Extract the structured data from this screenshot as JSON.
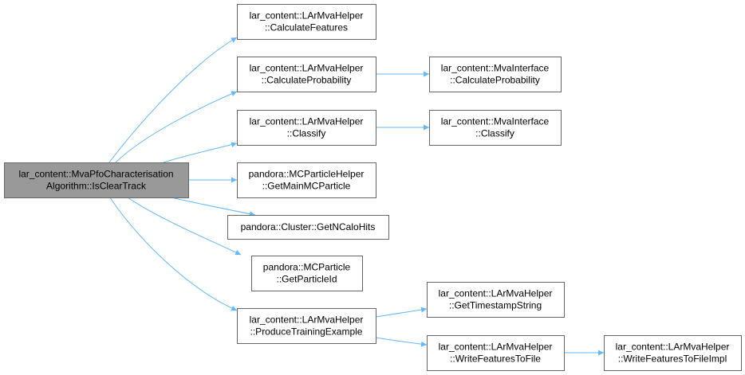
{
  "colors": {
    "edge": "#63b8ff",
    "node_border": "#666666",
    "node_fill": "#ffffff",
    "root_fill": "#999999",
    "text": "#000000"
  },
  "nodes": [
    {
      "id": "root",
      "lines": [
        "lar_content::MvaPfoCharacterisation",
        "Algorithm::IsClearTrack"
      ],
      "root": true
    },
    {
      "id": "calc-features",
      "lines": [
        "lar_content::LArMvaHelper",
        "::CalculateFeatures"
      ]
    },
    {
      "id": "calc-prob",
      "lines": [
        "lar_content::LArMvaHelper",
        "::CalculateProbability"
      ]
    },
    {
      "id": "mva-calc-prob",
      "lines": [
        "lar_content::MvaInterface",
        "::CalculateProbability"
      ]
    },
    {
      "id": "classify",
      "lines": [
        "lar_content::LArMvaHelper",
        "::Classify"
      ]
    },
    {
      "id": "mva-classify",
      "lines": [
        "lar_content::MvaInterface",
        "::Classify"
      ]
    },
    {
      "id": "get-main-mcp",
      "lines": [
        "pandora::MCParticleHelper",
        "::GetMainMCParticle"
      ]
    },
    {
      "id": "get-ncalohits",
      "lines": [
        "pandora::Cluster::GetNCaloHits"
      ]
    },
    {
      "id": "get-particle-id",
      "lines": [
        "pandora::MCParticle",
        "::GetParticleId"
      ]
    },
    {
      "id": "produce-training",
      "lines": [
        "lar_content::LArMvaHelper",
        "::ProduceTrainingExample"
      ]
    },
    {
      "id": "get-timestamp",
      "lines": [
        "lar_content::LArMvaHelper",
        "::GetTimestampString"
      ]
    },
    {
      "id": "write-features",
      "lines": [
        "lar_content::LArMvaHelper",
        "::WriteFeaturesToFile"
      ]
    },
    {
      "id": "write-features-impl",
      "lines": [
        "lar_content::LArMvaHelper",
        "::WriteFeaturesToFileImpl"
      ]
    }
  ],
  "edges": [
    {
      "from": "root",
      "to": "calc-features"
    },
    {
      "from": "root",
      "to": "calc-prob"
    },
    {
      "from": "root",
      "to": "classify"
    },
    {
      "from": "root",
      "to": "get-main-mcp"
    },
    {
      "from": "root",
      "to": "get-ncalohits"
    },
    {
      "from": "root",
      "to": "get-particle-id"
    },
    {
      "from": "root",
      "to": "produce-training"
    },
    {
      "from": "calc-prob",
      "to": "mva-calc-prob"
    },
    {
      "from": "classify",
      "to": "mva-classify"
    },
    {
      "from": "produce-training",
      "to": "get-timestamp"
    },
    {
      "from": "produce-training",
      "to": "write-features"
    },
    {
      "from": "write-features",
      "to": "write-features-impl"
    }
  ]
}
